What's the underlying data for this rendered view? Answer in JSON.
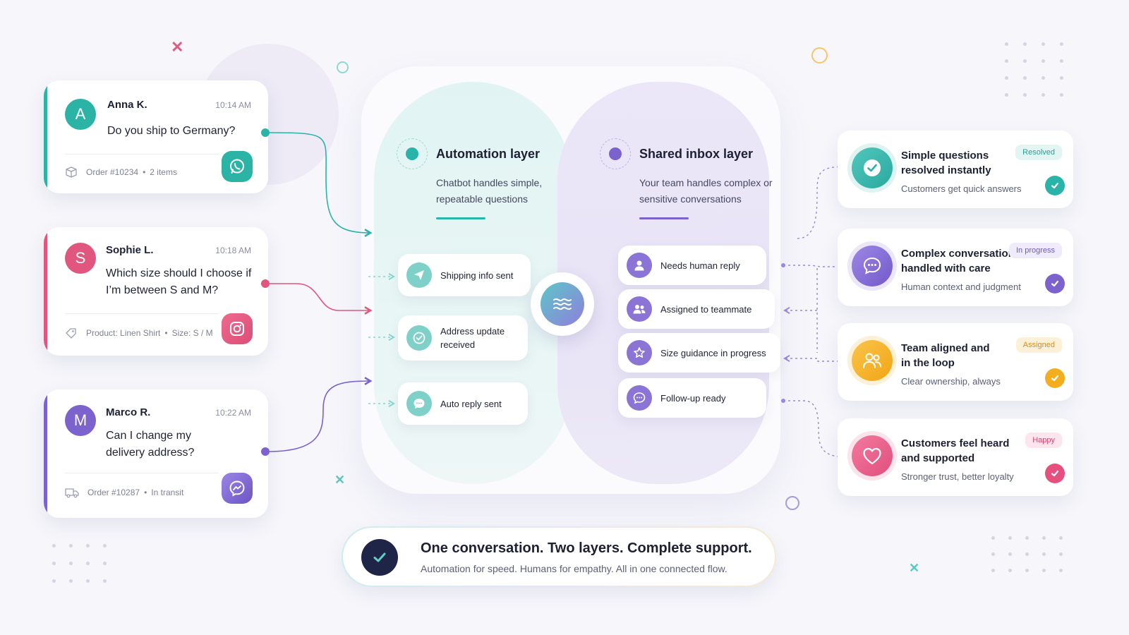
{
  "messages": [
    {
      "initial": "A",
      "name": "Anna K.",
      "time": "10:14 AM",
      "text": "Do you ship to Germany?",
      "meta_a": "Order #10234",
      "meta_b": "2 items",
      "channel": "whatsapp-icon",
      "color": "#2bb3a6"
    },
    {
      "initial": "S",
      "name": "Sophie L.",
      "time": "10:18 AM",
      "text": "Which size should I choose if I’m between S and M?",
      "meta_a": "Product: Linen Shirt",
      "meta_b": "Size: S / M",
      "channel": "instagram-icon",
      "color": "#e0567e"
    },
    {
      "initial": "M",
      "name": "Marco R.",
      "time": "10:22 AM",
      "text": "Can I change my delivery address?",
      "meta_a": "Order #10287",
      "meta_b": "In transit",
      "channel": "messenger-icon",
      "color": "#7b62cc"
    }
  ],
  "automation": {
    "title": "Automation layer",
    "subtitle": "Chatbot handles simple, repeatable questions",
    "color": "#2ab3a8",
    "items": [
      "Shipping info sent",
      "Address update received",
      "Auto reply sent"
    ]
  },
  "inbox": {
    "title": "Shared inbox layer",
    "subtitle": "Your team handles complex or sensitive conversations",
    "color": "#7b62cc",
    "items": [
      "Needs human reply",
      "Assigned to teammate",
      "Size guidance in progress",
      "Follow-up ready"
    ]
  },
  "outcomes": [
    {
      "title": "Simple questions resolved instantly",
      "subtitle": "Customers get quick answers",
      "badge": "Resolved",
      "icon": "check-circle-icon",
      "color": "#2ab3a8"
    },
    {
      "title": "Complex conversations handled with care",
      "subtitle": "Human context and judgment",
      "badge": "In progress",
      "icon": "chat-bubble-icon",
      "color": "#7b62cc"
    },
    {
      "title": "Team aligned and in the loop",
      "subtitle": "Clear ownership, always",
      "badge": "Assigned",
      "icon": "team-icon",
      "color": "#f4ad1c"
    },
    {
      "title": "Customers feel heard and supported",
      "subtitle": "Stronger trust, better loyalty",
      "badge": "Happy",
      "icon": "heart-icon",
      "color": "#e74f7e"
    }
  ],
  "banner": {
    "title": "One conversation. Two layers. Complete support.",
    "subtitle": "Automation for speed. Humans for empathy. All in one connected flow."
  }
}
